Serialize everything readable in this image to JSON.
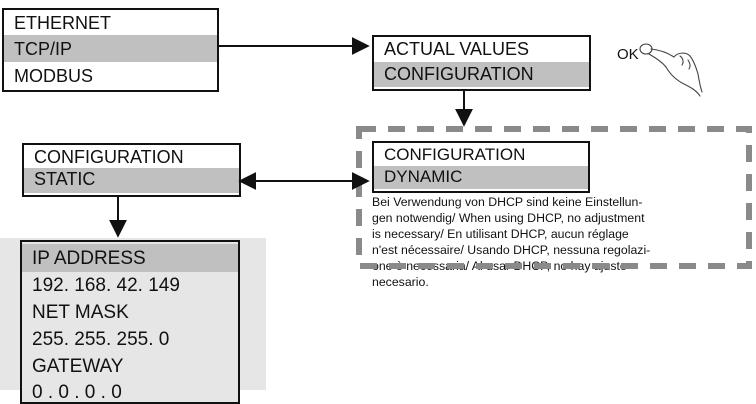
{
  "menu_main": {
    "items": [
      {
        "label": "ETHERNET",
        "selected": false
      },
      {
        "label": "TCP/IP",
        "selected": true
      },
      {
        "label": "MODBUS",
        "selected": false
      }
    ]
  },
  "menu_values": {
    "items": [
      {
        "label": "ACTUAL VALUES",
        "selected": false
      },
      {
        "label": "CONFIGURATION",
        "selected": true
      }
    ]
  },
  "ok_label": "OK",
  "menu_config_static": {
    "items": [
      {
        "label": "CONFIGURATION",
        "selected": false
      },
      {
        "label": "STATIC",
        "selected": true
      }
    ]
  },
  "menu_config_dynamic": {
    "items": [
      {
        "label": "CONFIGURATION",
        "selected": false
      },
      {
        "label": "DYNAMIC",
        "selected": true
      }
    ]
  },
  "dhcp_note": "Bei Verwendung von DHCP sind keine Einstellun-gen notwendig/ When using DHCP, no adjustment is necessary/ En utilisant DHCP, aucun réglage n'est nécessaire/ Usando DHCP, nessuna regolazi-one è necessaria/ Al usar DHCP, no hay ajuste necesario.",
  "dhcp_note_lines": [
    "Bei Verwendung von DHCP sind keine Einstellun-",
    "gen notwendig/ When using DHCP, no adjustment",
    "is necessary/ En utilisant DHCP, aucun réglage",
    "n'est nécessaire/ Usando DHCP, nessuna regolazi-",
    "one è necessaria/ Al usar DHCP, no hay ajuste",
    "necesario."
  ],
  "static_settings": {
    "items": [
      {
        "label": "IP ADDRESS",
        "selected": true
      },
      {
        "label": "192. 168. 42. 149",
        "selected": false
      },
      {
        "label": "NET MASK",
        "selected": false
      },
      {
        "label": "255. 255. 255. 0",
        "selected": false
      },
      {
        "label": "GATEWAY",
        "selected": false
      },
      {
        "label": "0 . 0 . 0 . 0",
        "selected": false
      }
    ]
  },
  "colors": {
    "selected_row": "#c0c0c0",
    "panel_background": "#e6e6e6",
    "dashed_border": "#8a8a8a",
    "line": "#111111"
  }
}
